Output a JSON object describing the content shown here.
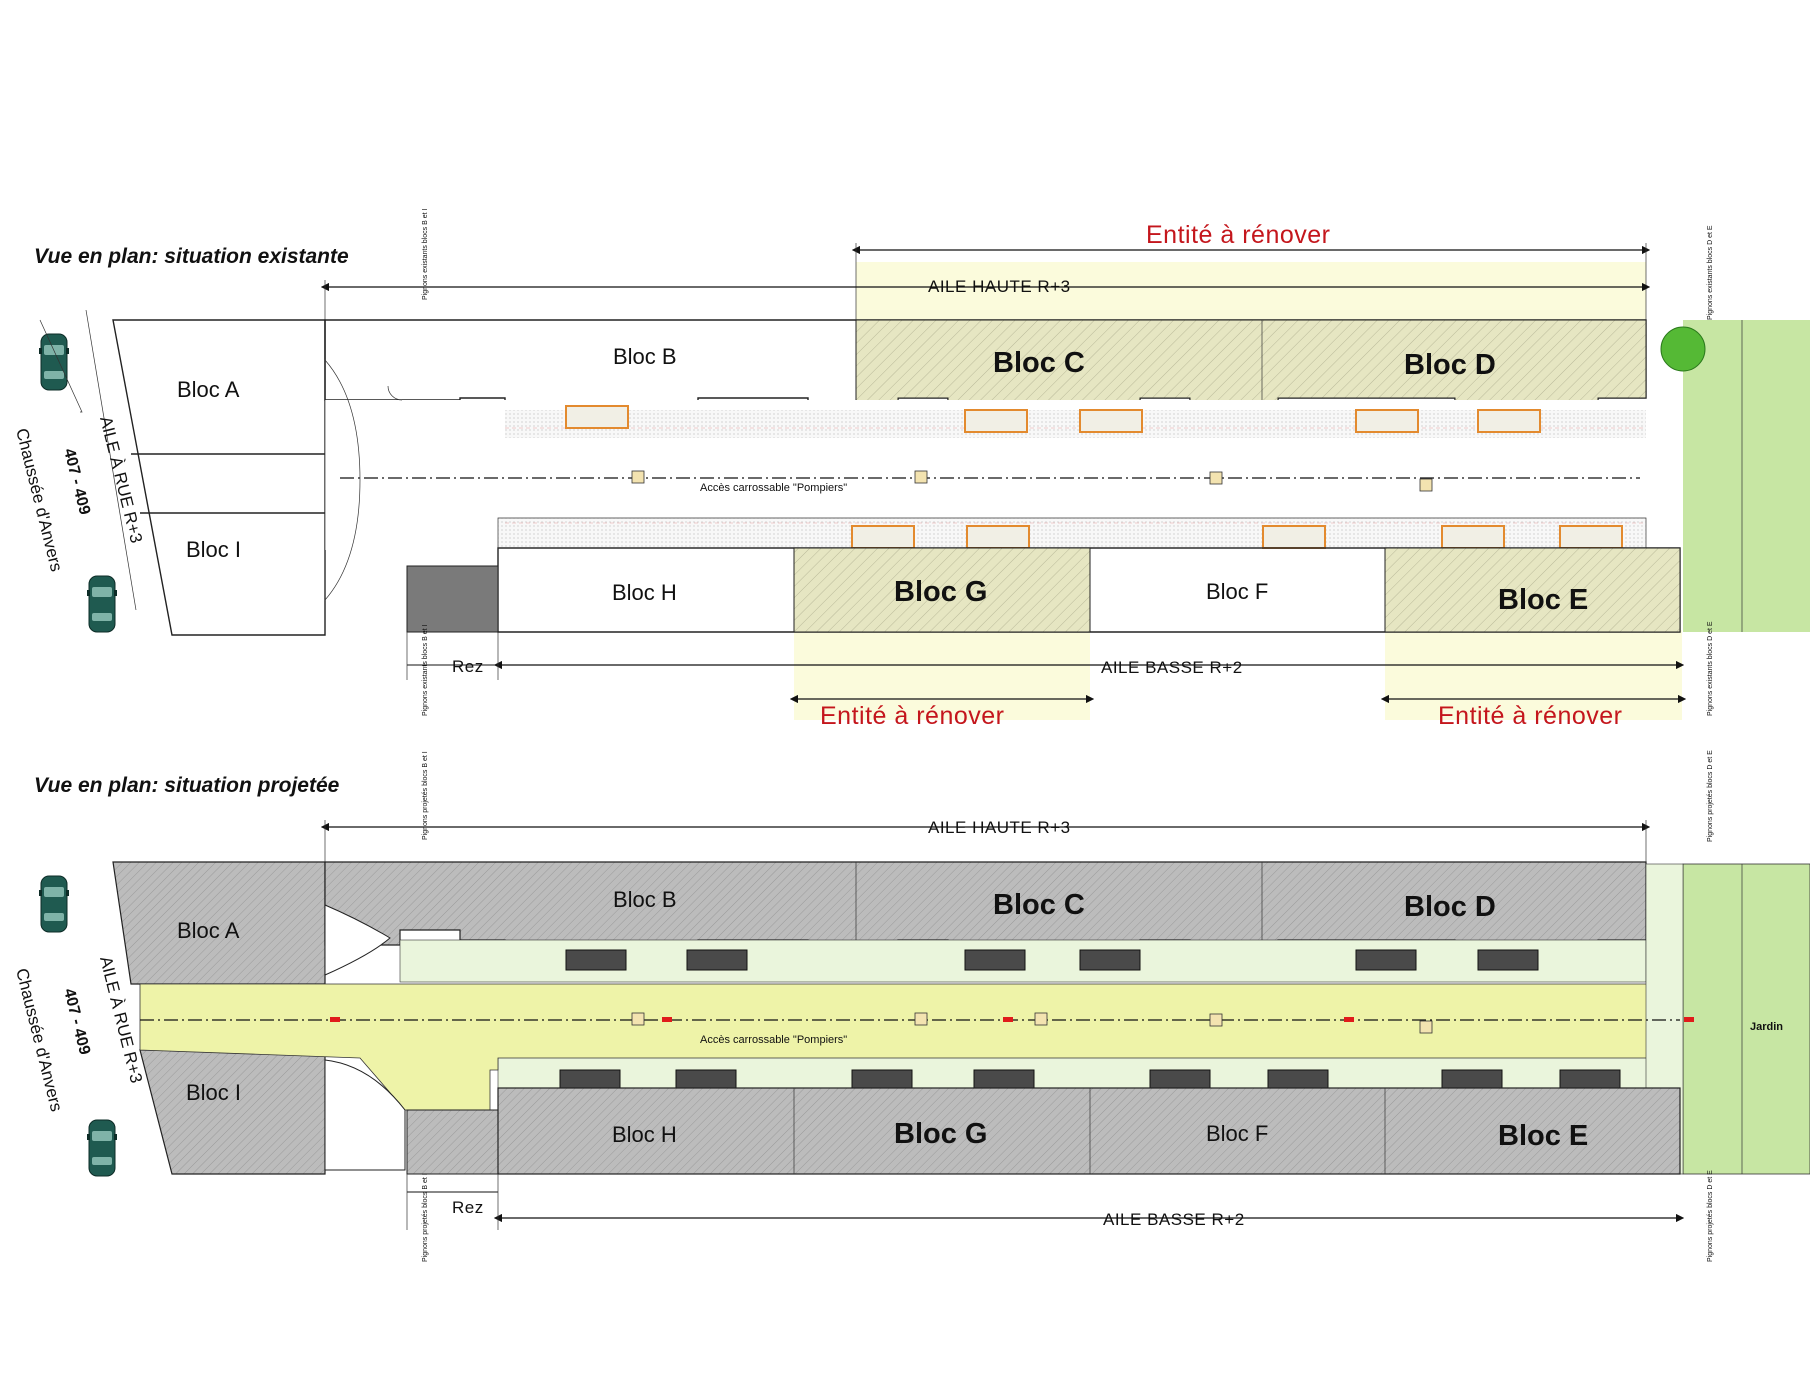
{
  "titles": {
    "existing": "Vue en plan: situation existante",
    "projected": "Vue en plan: situation projetée"
  },
  "colors": {
    "renovation_hatch": "#e6e6c2",
    "renovation_band": "#fbfbdc",
    "projected_building": "#b9b9b9",
    "courtyard_light": "#eaf5dc",
    "courtyard_yellow": "#eef3a8",
    "garden": "#c7e6a3",
    "tree": "#55b935",
    "car": "#1f5a50",
    "red_text": "#c4161c",
    "planter": "#e38a2e"
  },
  "existing": {
    "blocks": {
      "a": "Bloc A",
      "b": "Bloc B",
      "c": "Bloc C",
      "d": "Bloc D",
      "e": "Bloc E",
      "f": "Bloc F",
      "g": "Bloc G",
      "h": "Bloc H",
      "i": "Bloc I"
    },
    "aile_haute": "AILE HAUTE R+3",
    "aile_basse": "AILE BASSE R+2",
    "rez": "Rez",
    "entite_top": "Entité à rénover",
    "entite_bottom_left": "Entité à rénover",
    "entite_bottom_right": "Entité à rénover",
    "acces": "Accès carrossable \"Pompiers\"",
    "gable_left_top": "Pignons existants blocs B et I",
    "gable_right_top": "Pignons existants blocs D et E",
    "gable_left_bottom": "Pignons existants blocs B et I",
    "gable_right_bottom": "Pignons existants blocs D et E"
  },
  "projected": {
    "blocks": {
      "a": "Bloc A",
      "b": "Bloc B",
      "c": "Bloc C",
      "d": "Bloc D",
      "e": "Bloc E",
      "f": "Bloc F",
      "g": "Bloc G",
      "h": "Bloc H",
      "i": "Bloc I"
    },
    "aile_haute": "AILE HAUTE R+3",
    "aile_basse": "AILE BASSE R+2",
    "rez": "Rez",
    "acces": "Accès carrossable \"Pompiers\"",
    "jardin": "Jardin",
    "gable_left_top": "Pignons projetés blocs B et I",
    "gable_right_top": "Pignons projetés blocs D et E",
    "gable_left_bottom": "Pignons projetés blocs B et I",
    "gable_right_bottom": "Pignons projetés blocs D et E"
  },
  "street": {
    "aile_rue": "AILE À RUE R+3",
    "numbers": "407 - 409",
    "name": "Chaussée d'Anvers"
  }
}
